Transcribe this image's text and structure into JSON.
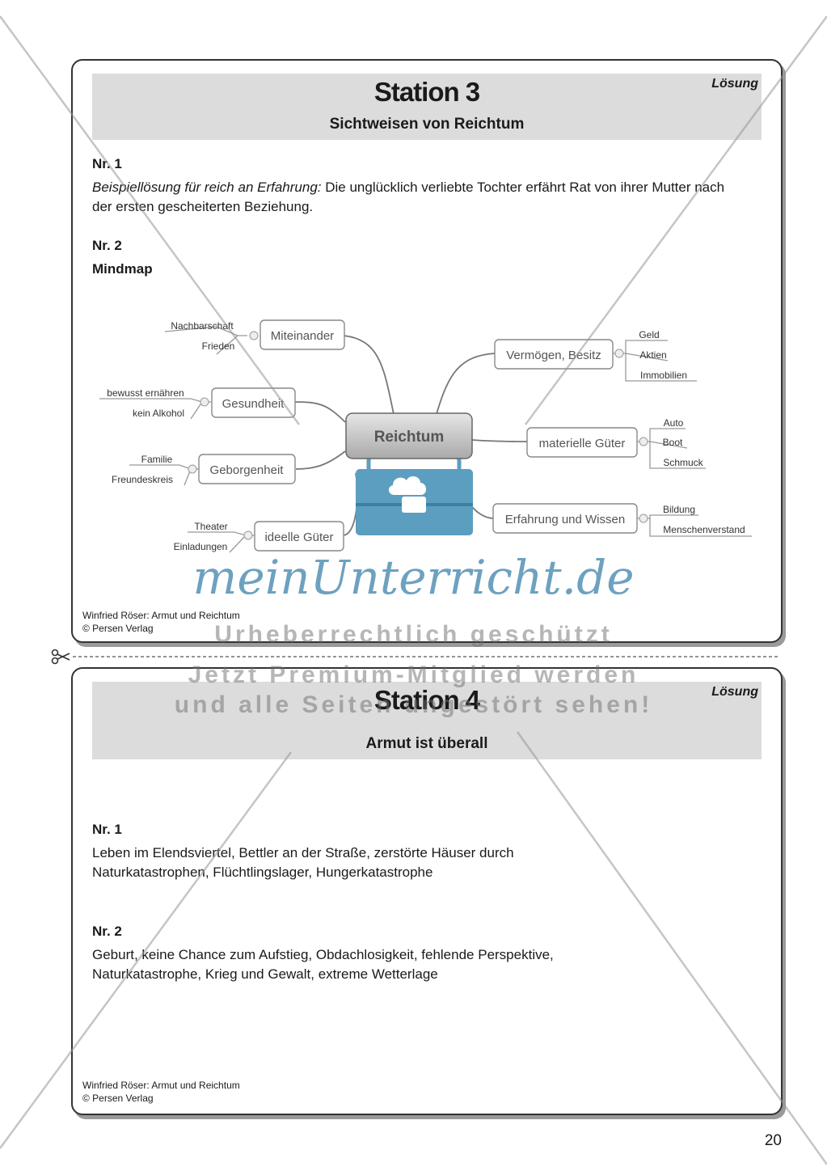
{
  "card1": {
    "title": "Station 3",
    "subtitle": "Sichtweisen von Reichtum",
    "loesung": "Lösung",
    "nr1_label": "Nr. 1",
    "nr1_intro": "Beispiellösung für reich an Erfahrung:",
    "nr1_text": " Die unglücklich verliebte Tochter erfährt Rat von ihrer Mutter nach der ersten gescheiterten Beziehung.",
    "nr2_label": "Nr. 2",
    "nr2_heading": "Mindmap",
    "footer_line1": "Winfried Röser: Armut und Reichtum",
    "footer_line2": "© Persen Verlag"
  },
  "mindmap": {
    "center": "Reichtum",
    "branches": [
      {
        "label": "Miteinander",
        "leaves": [
          "Nachbarschaft",
          "Frieden"
        ]
      },
      {
        "label": "Gesundheit",
        "leaves": [
          "bewusst ernähren",
          "kein Alkohol"
        ]
      },
      {
        "label": "Geborgenheit",
        "leaves": [
          "Familie",
          "Freundeskreis"
        ]
      },
      {
        "label": "ideelle Güter",
        "leaves": [
          "Theater",
          "Einladungen"
        ]
      },
      {
        "label": "Vermögen, Besitz",
        "leaves": [
          "Geld",
          "Aktien",
          "Immobilien"
        ]
      },
      {
        "label": "materielle Güter",
        "leaves": [
          "Auto",
          "Boot",
          "Schmuck"
        ]
      },
      {
        "label": "Erfahrung und Wissen",
        "leaves": [
          "Bildung",
          "Menschenverstand"
        ]
      }
    ]
  },
  "card2": {
    "title": "Station 4",
    "subtitle": "Armut ist überall",
    "loesung": "Lösung",
    "nr1_label": "Nr. 1",
    "nr1_text": "Leben im Elendsviertel, Bettler an der Straße, zerstörte Häuser durch Naturkatastrophen, Flüchtlingslager, Hungerkatastrophe",
    "nr2_label": "Nr. 2",
    "nr2_text": "Geburt, keine Chance zum Aufstieg, Obdachlosigkeit, fehlende Perspektive, Naturkatastrophe, Krieg und Gewalt, extreme Wetterlage",
    "footer_line1": "Winfried Röser: Armut und Reichtum",
    "footer_line2": "© Persen Verlag"
  },
  "watermark": {
    "logo": "meinUnterricht.de",
    "line1": "Urheberrechtlich geschützt",
    "line2": "Jetzt Premium-Mitglied werden",
    "line3": "und alle Seiten ungestört sehen!"
  },
  "page_number": "20",
  "colors": {
    "header_gray": "#dcdcdc",
    "logo_blue": "#3c82aa",
    "bag_blue": "#5c9ec0"
  }
}
